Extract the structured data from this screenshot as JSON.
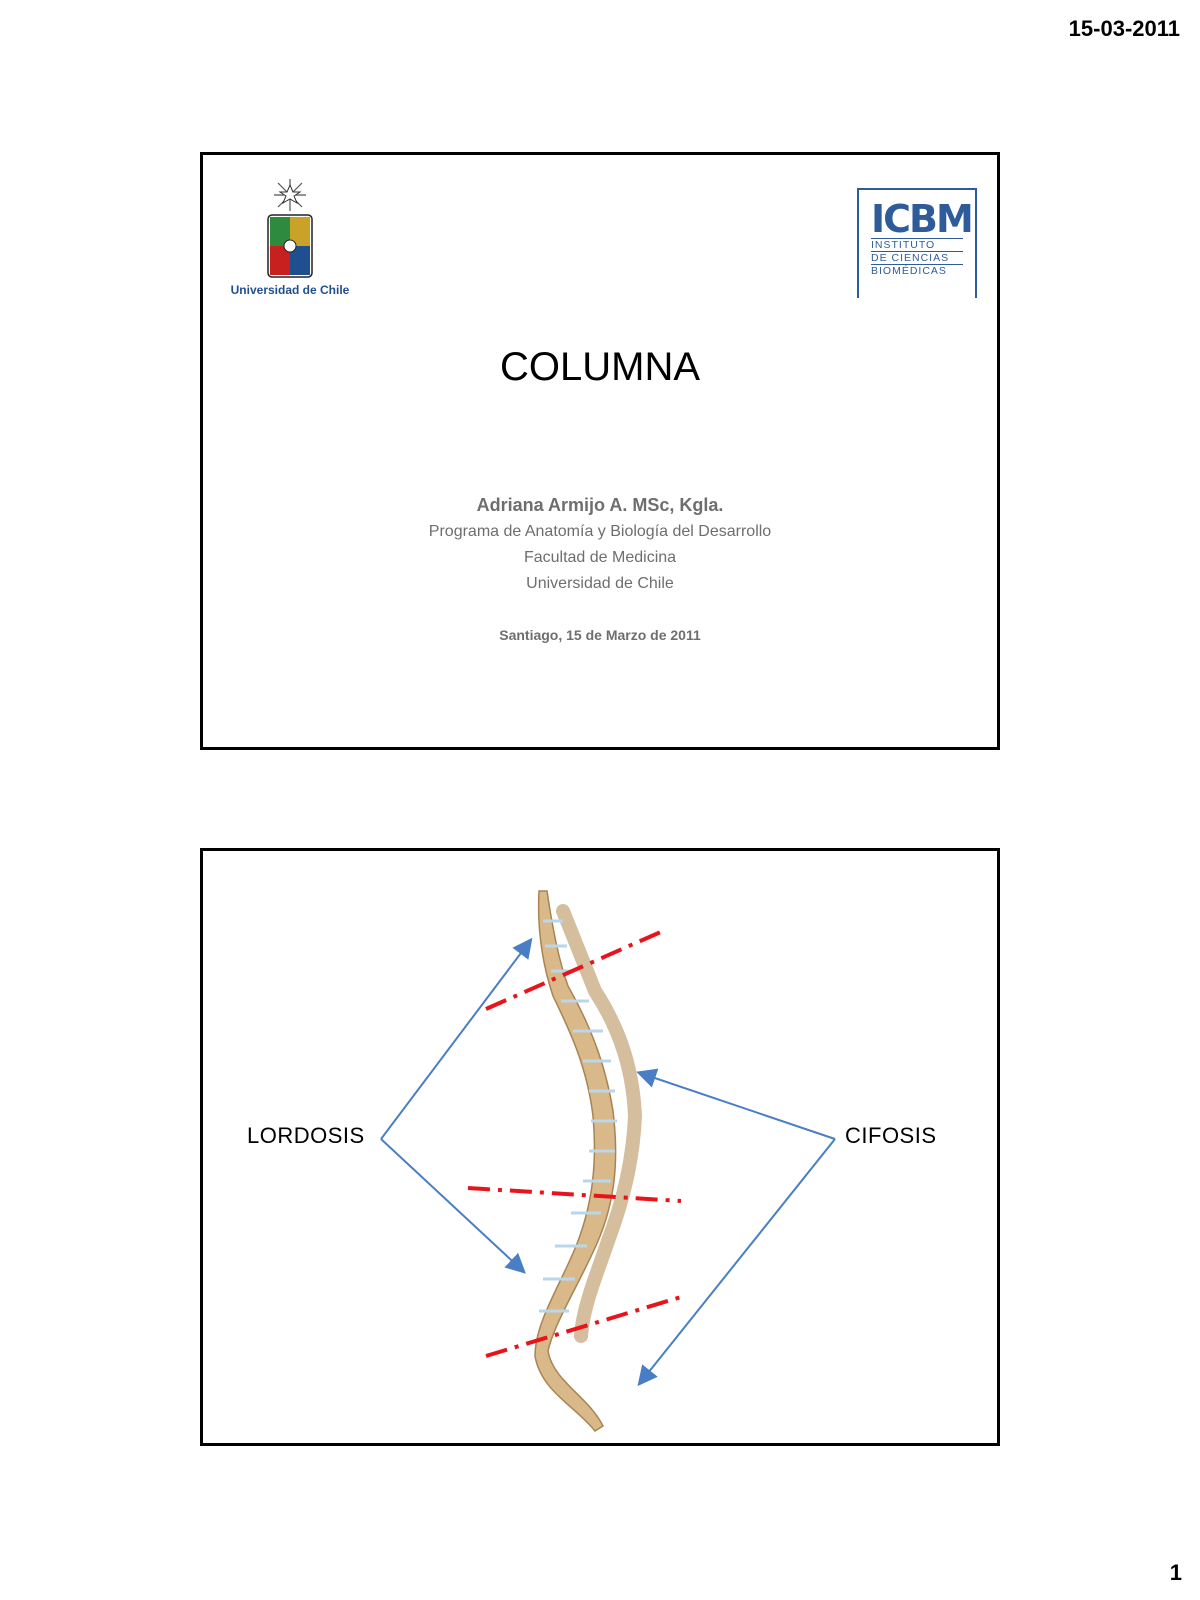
{
  "page": {
    "date": "15-03-2011",
    "number": "1"
  },
  "slide1": {
    "logo_left_text": "Universidad de Chile",
    "logo_right": {
      "mark": "ICBM",
      "lines": [
        "INSTITUTO",
        "DE CIENCIAS",
        "BIOMÉDICAS"
      ]
    },
    "title": "COLUMNA",
    "author": "Adriana Armijo A. MSc, Kgla.",
    "affiliation": [
      "Programa de Anatomía y Biología del Desarrollo",
      "Facultad de Medicina",
      "Universidad de Chile"
    ],
    "place_date": "Santiago, 15 de Marzo de 2011"
  },
  "slide2": {
    "label_left": "LORDOSIS",
    "label_right": "CIFOSIS",
    "colors": {
      "arrow": "#4a7ec4",
      "divider": "#e8141c",
      "bone": "#d9b98a",
      "disc": "#b9d6ea"
    }
  }
}
